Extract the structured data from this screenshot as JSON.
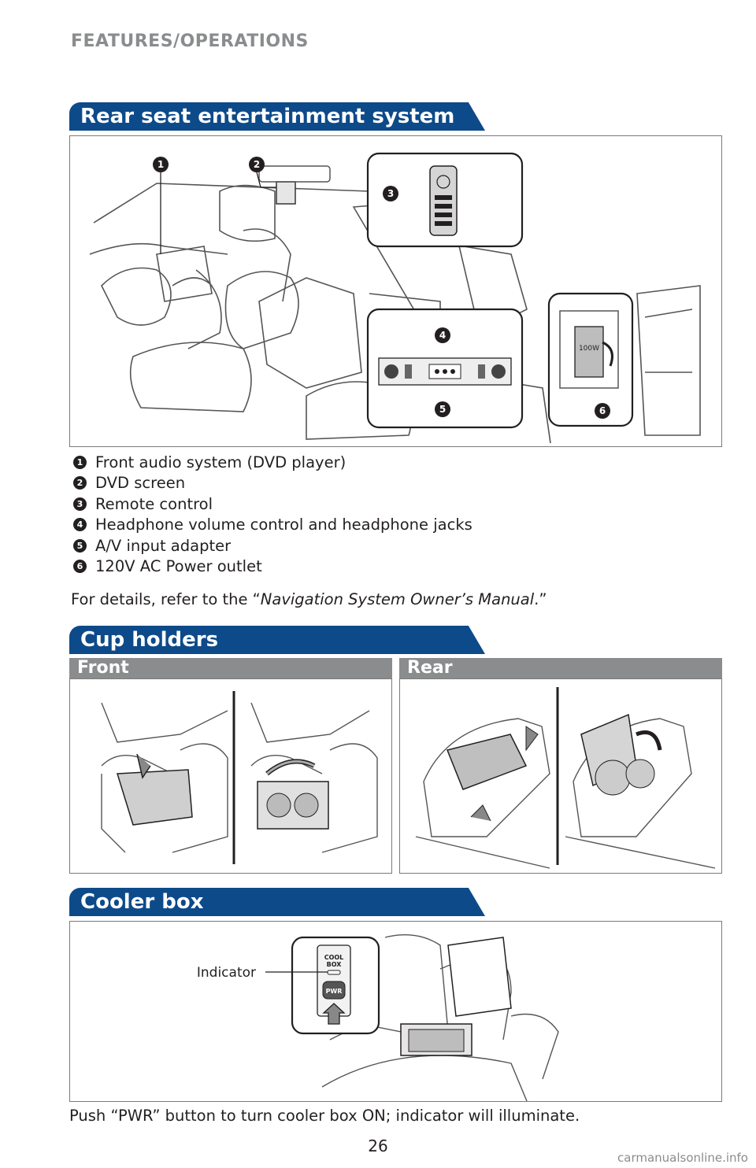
{
  "header": {
    "section_label": "FEATURES/OPERATIONS"
  },
  "rear_seat": {
    "title": "Rear seat entertainment system",
    "legend": [
      {
        "num": "1",
        "label": "Front audio system (DVD player)"
      },
      {
        "num": "2",
        "label": "DVD screen"
      },
      {
        "num": "3",
        "label": "Remote control"
      },
      {
        "num": "4",
        "label": "Headphone volume control and headphone jacks"
      },
      {
        "num": "5",
        "label": "A/V input adapter"
      },
      {
        "num": "6",
        "label": "120V AC Power outlet"
      }
    ],
    "callouts": [
      "1",
      "2",
      "3",
      "4",
      "5",
      "6"
    ],
    "outlet_label": "100W",
    "details_prefix": "For details, refer to the “",
    "details_manual": "Navigation System Owner’s Manual",
    "details_suffix": ".”"
  },
  "cup_holders": {
    "title": "Cup holders",
    "front_label": "Front",
    "rear_label": "Rear"
  },
  "cooler_box": {
    "title": "Cooler box",
    "indicator_label": "Indicator",
    "panel_label_line1": "COOL",
    "panel_label_line2": "BOX",
    "button_label": "PWR",
    "instruction": "Push “PWR” button to turn cooler box ON; indicator will illuminate."
  },
  "footer": {
    "page_number": "26",
    "watermark": "carmanualsonline.info"
  },
  "colors": {
    "section_blue": "#0d4a8a",
    "subhead_gray": "#8a8c8e",
    "header_gray": "#8a8c8e"
  }
}
